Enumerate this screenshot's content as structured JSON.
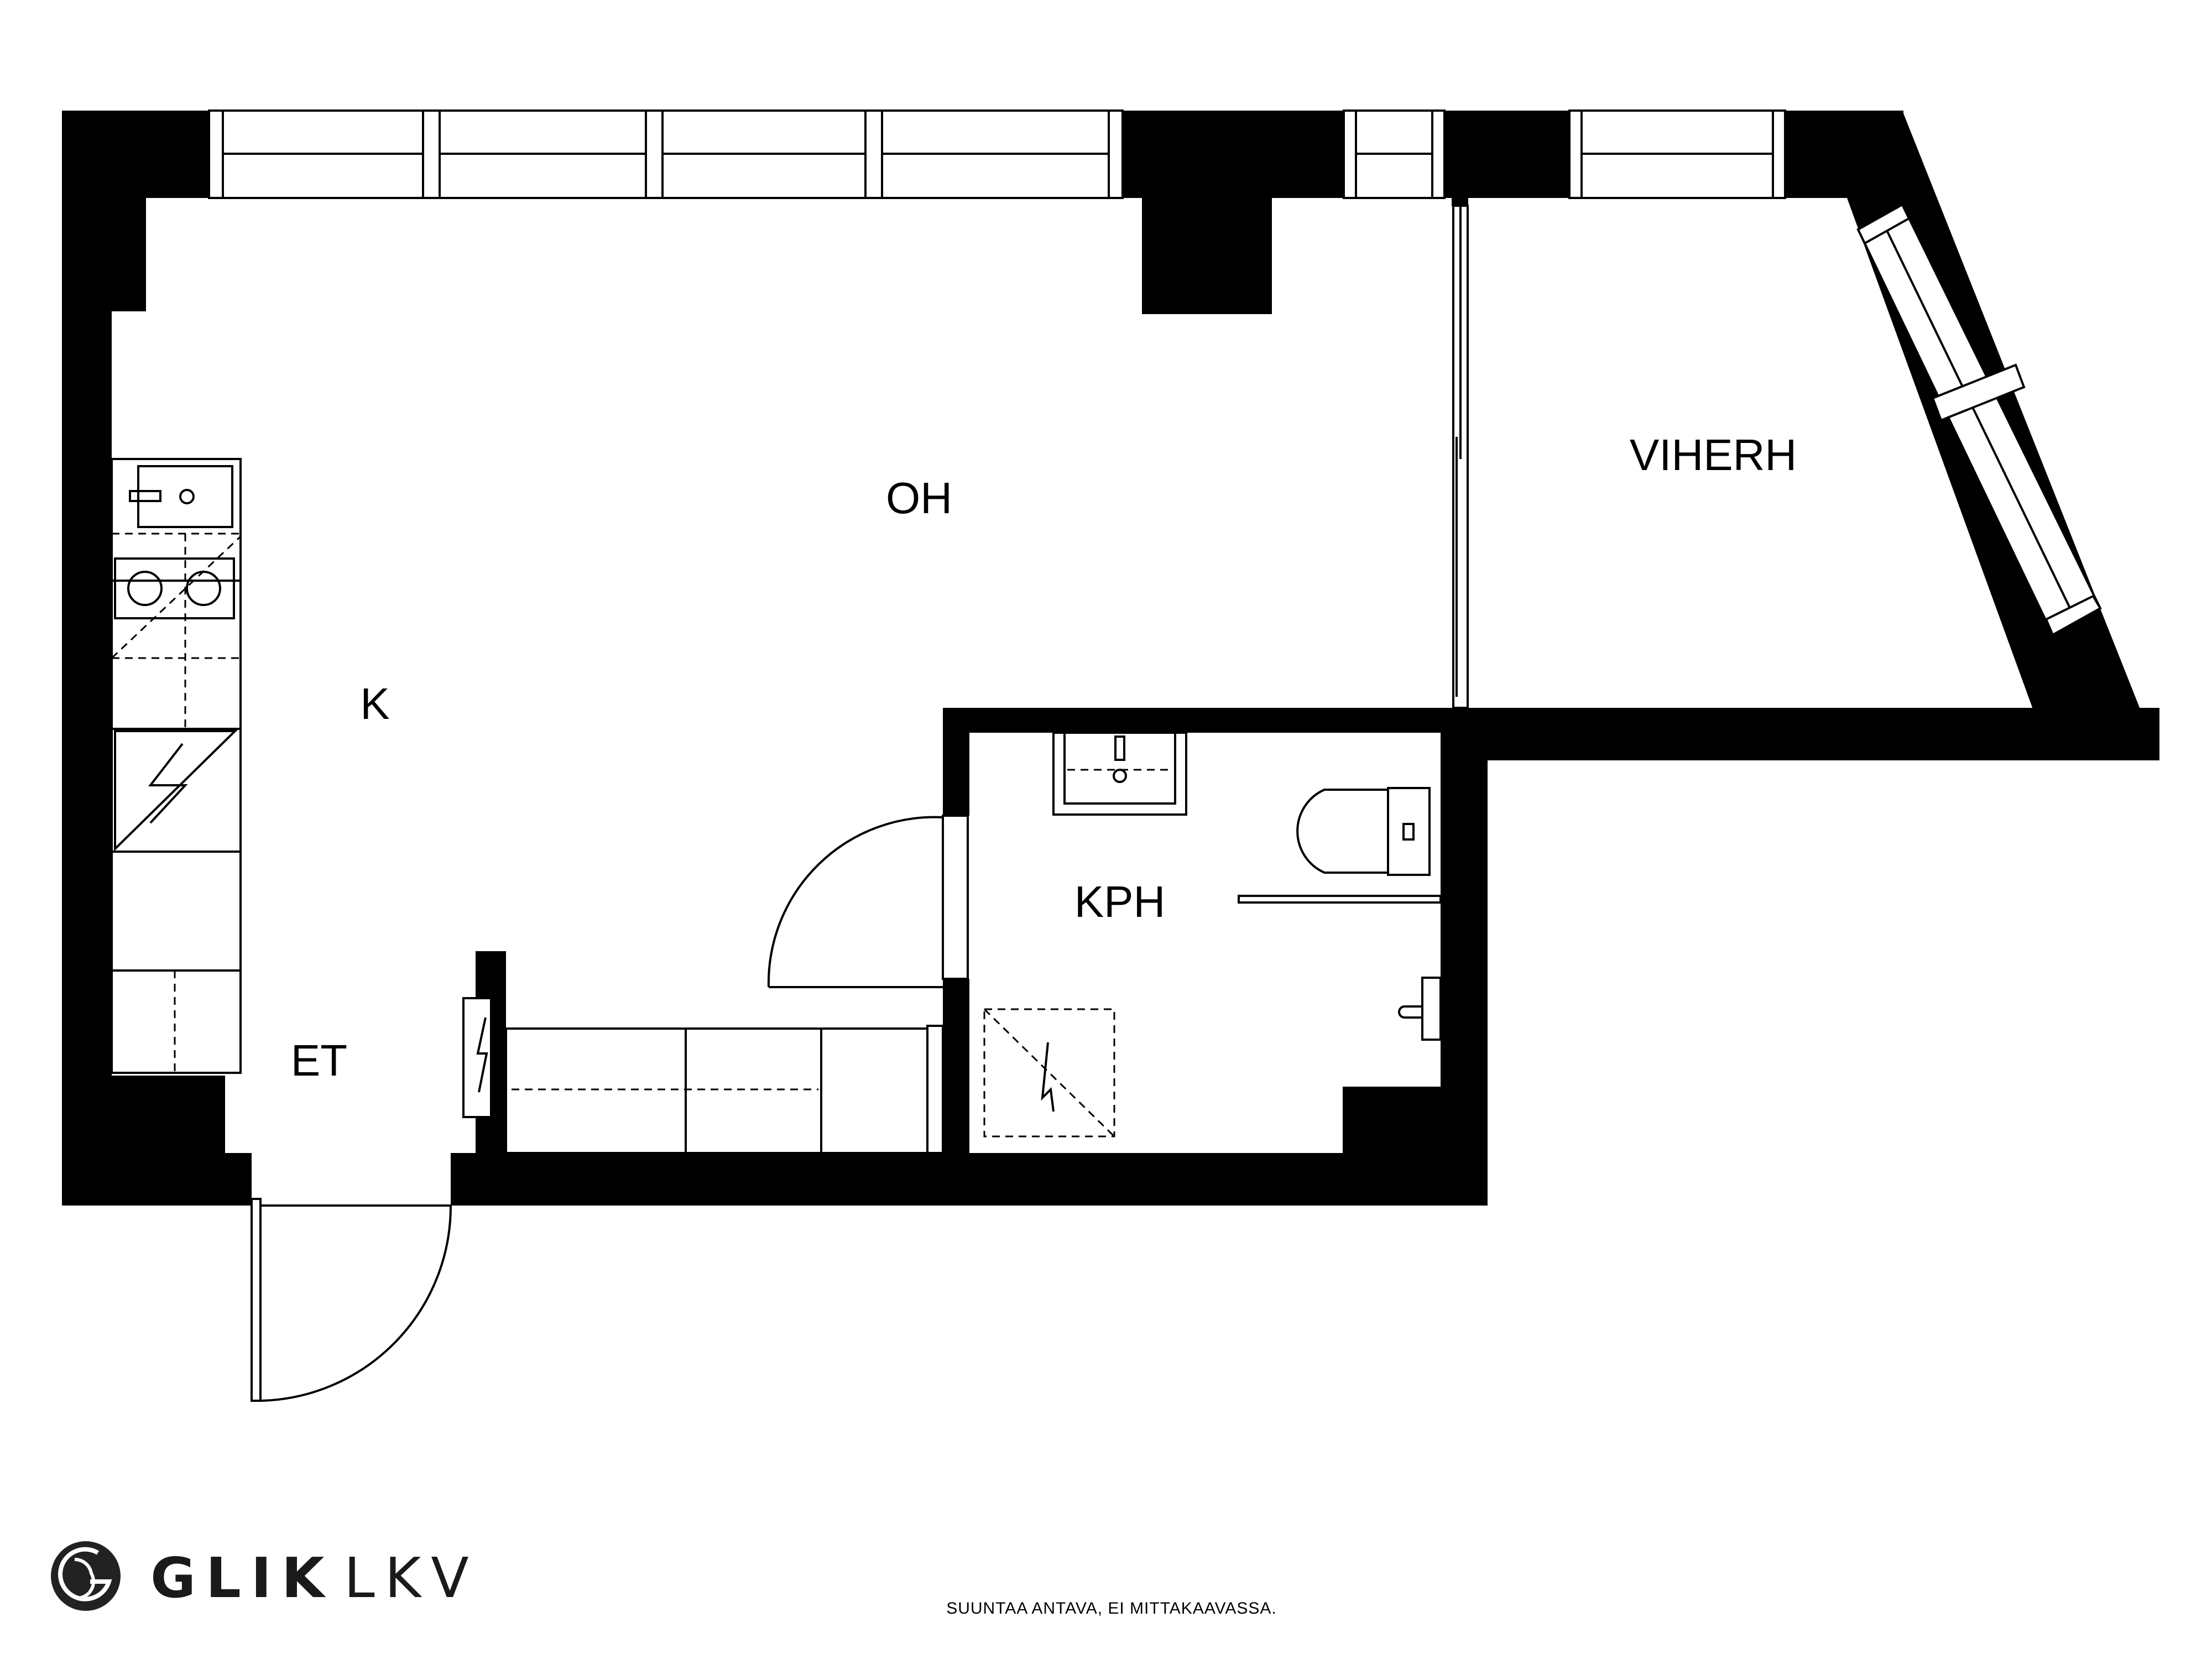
{
  "rooms": {
    "oh": "OH",
    "k": "K",
    "et": "ET",
    "kph": "KPH",
    "viherh": "VIHERH"
  },
  "branding": {
    "logo_icon": "glik-logo-icon",
    "name_bold": "GLIK",
    "name_light": "LKV"
  },
  "footer": {
    "disclaimer": "SUUNTAA ANTAVA, EI MITTAKAAVASSA."
  }
}
